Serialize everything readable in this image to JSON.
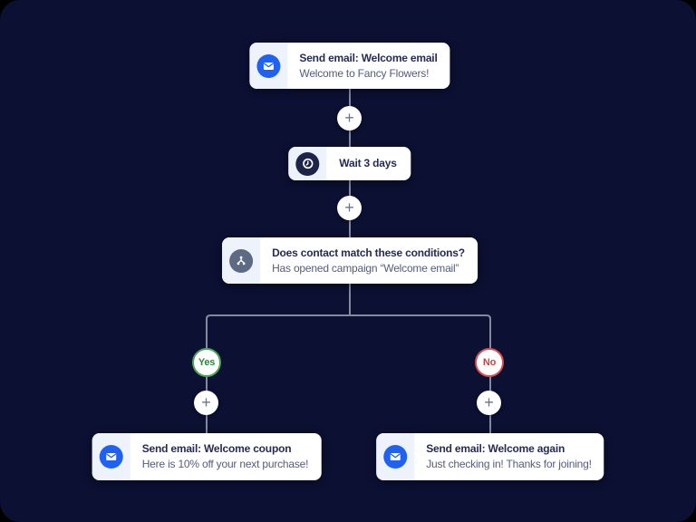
{
  "workflow": {
    "nodes": {
      "send_welcome_email": {
        "title": "Send email: Welcome email",
        "subtitle": "Welcome to Fancy Flowers!",
        "icon": "email-icon"
      },
      "wait": {
        "title": "Wait 3 days",
        "icon": "clock-icon"
      },
      "condition": {
        "title": "Does contact match these conditions?",
        "subtitle": "Has opened campaign “Welcome email”",
        "icon": "branch-split-icon"
      },
      "send_welcome_coupon": {
        "title": "Send email: Welcome coupon",
        "subtitle": "Here is 10% off your next purchase!",
        "icon": "email-icon"
      },
      "send_welcome_again": {
        "title": "Send email: Welcome again",
        "subtitle": "Just checking in! Thanks for joining!",
        "icon": "email-icon"
      }
    },
    "branch_labels": {
      "yes": "Yes",
      "no": "No"
    },
    "add_step_label": "+"
  },
  "colors": {
    "canvas_background": "#0c1032",
    "card_background": "#ffffff",
    "icon_panel_background": "#eef2fa",
    "email_icon_blue": "#1f62f2",
    "wait_icon_navy": "#1e2447",
    "condition_icon_slate": "#5d6a83",
    "connector_line": "#9aa0b2",
    "yes_green": "#2e8540",
    "no_red": "#d43f3f",
    "title_text": "#262b52",
    "subtitle_text": "#555c7c"
  }
}
